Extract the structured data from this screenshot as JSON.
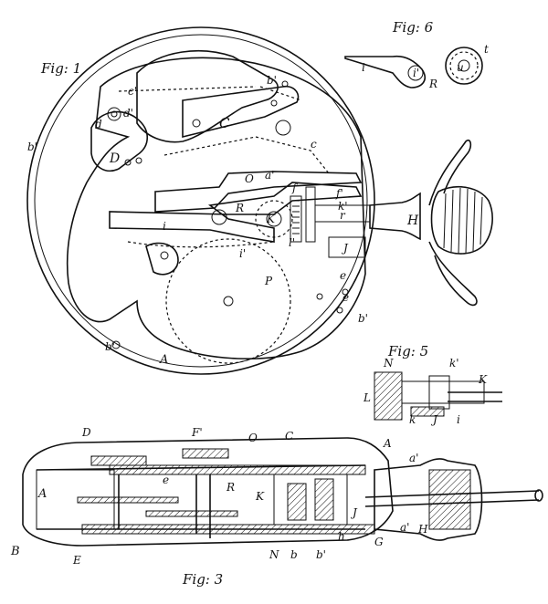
{
  "figures": {
    "fig1": {
      "caption": "Fig: 1"
    },
    "fig3": {
      "caption": "Fig: 3"
    },
    "fig5": {
      "caption": "Fig: 5"
    },
    "fig6": {
      "caption": "Fig: 6"
    }
  },
  "labels": {
    "fig1": [
      "b'",
      "C",
      "D",
      "d'",
      "d",
      "c'",
      "c",
      "b'",
      "O",
      "a'",
      "f",
      "f'",
      "R",
      "i",
      "K",
      "H",
      "r",
      "l'",
      "k'",
      "i'",
      "J",
      "P",
      "e",
      "e",
      "b'",
      "b'",
      "A",
      "c"
    ],
    "fig3": [
      "D",
      "F'",
      "O",
      "C",
      "A",
      "a'",
      "a'",
      "E",
      "e",
      "A",
      "R",
      "K",
      "B",
      "G",
      "H",
      "N",
      "b",
      "b'",
      "h",
      "J"
    ],
    "fig5": [
      "N",
      "k'",
      "K",
      "L",
      "k",
      "J",
      "i"
    ],
    "fig6": [
      "i",
      "i'",
      "t",
      "R",
      "u"
    ]
  }
}
